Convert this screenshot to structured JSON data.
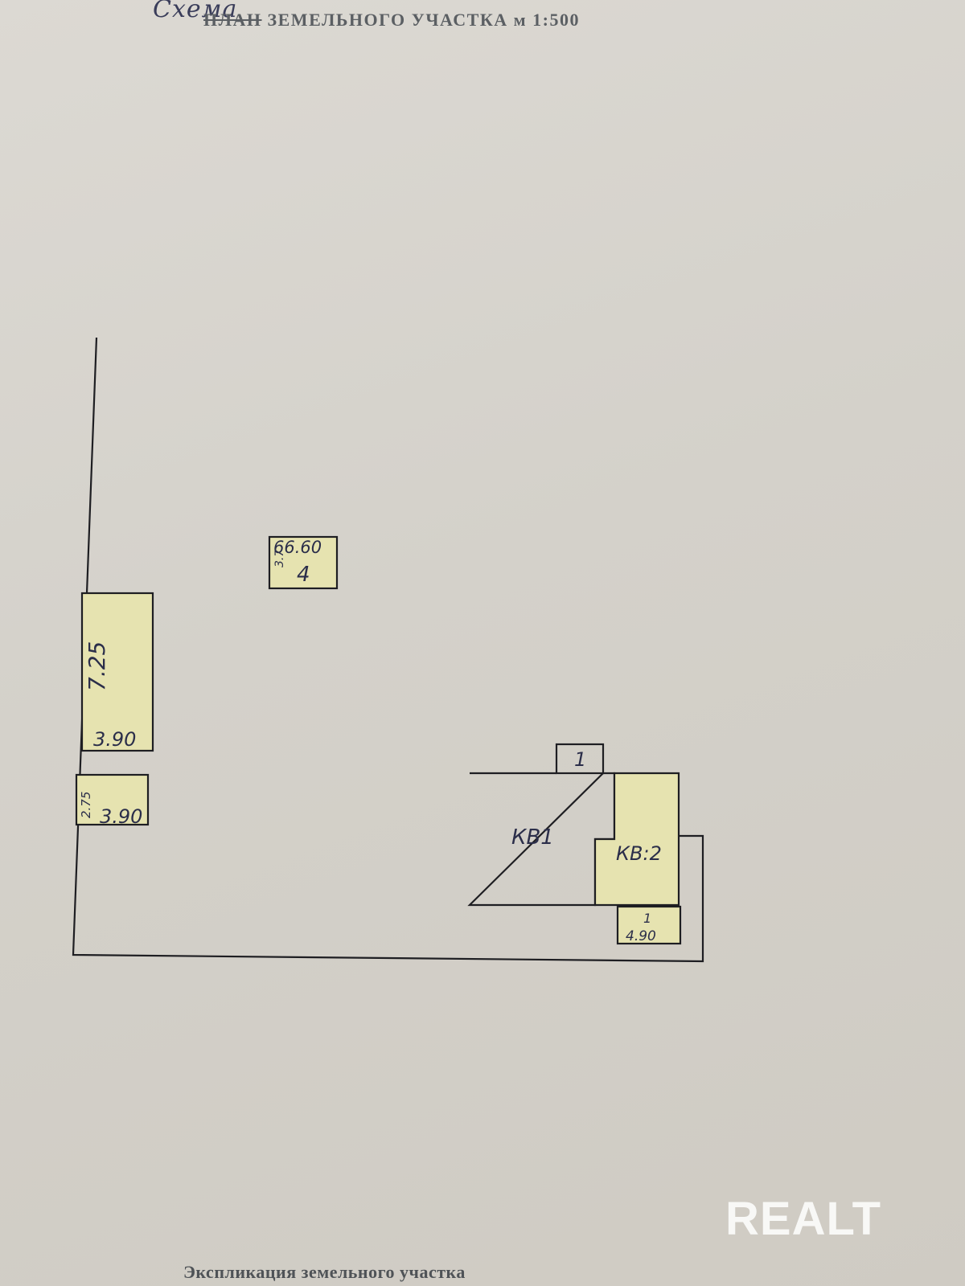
{
  "header": {
    "handwritten_title": "Схема",
    "struck_word": "ПЛАН",
    "title_rest": " ЗЕМЕЛЬНОГО УЧАСТКА м 1:500"
  },
  "plan": {
    "small_building": {
      "length": "66.60",
      "width": "3.7",
      "number": "4"
    },
    "shed_large": {
      "length": "7.25",
      "width": "3.90"
    },
    "shed_small": {
      "length": "2.75",
      "width": "3.90"
    },
    "porch_number": "1",
    "apartment_1": "КВ1",
    "apartment_2": "КВ:2",
    "annex": {
      "number": "1",
      "width": "4.90"
    }
  },
  "footer": {
    "caption": "Экспликация земельного участка"
  },
  "watermark": "REALT",
  "colors": {
    "paper": "#d6d3cc",
    "line": "#1e1e22",
    "highlight": "#e6e3b0",
    "ink": "#2b2e4a"
  }
}
